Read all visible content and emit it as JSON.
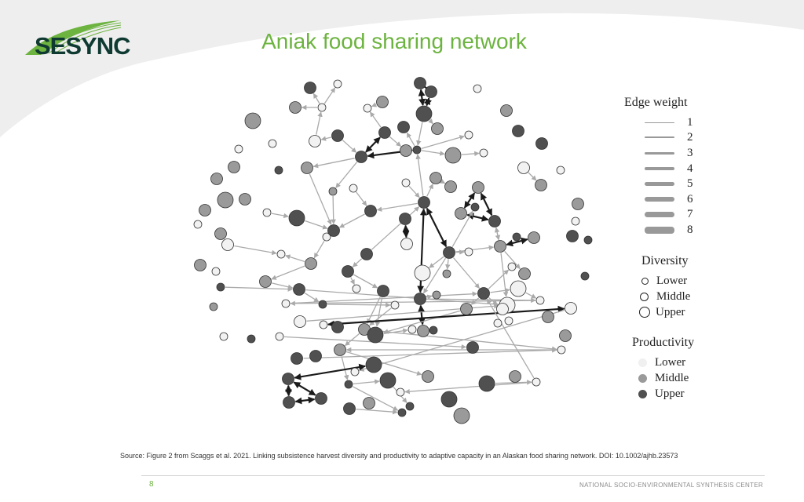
{
  "logo": {
    "text": "SESYNC"
  },
  "title": "Aniak food sharing network",
  "legend": {
    "edge_weight": {
      "title": "Edge weight",
      "items": [
        "1",
        "2",
        "3",
        "4",
        "5",
        "6",
        "7",
        "8"
      ]
    },
    "diversity": {
      "title": "Diversity",
      "items": [
        "Lower",
        "Middle",
        "Upper"
      ]
    },
    "productivity": {
      "title": "Productivity",
      "items": [
        "Lower",
        "Middle",
        "Upper"
      ]
    }
  },
  "colors": {
    "title_green": "#6cb33f",
    "logo_dark": "#0f3a32",
    "node_upper": "#505050",
    "node_middle": "#9a9a9a",
    "node_lower": "#f2f2f2",
    "edge": "#aaaaaa",
    "edge_heavy": "#1a1a1a"
  },
  "source": "Source:   Figure 2 from Scaggs et al. 2021. Linking subsistence harvest diversity and productivity to adaptive capacity in an Alaskan food sharing network. DOI: 10.1002/ajhb.23573",
  "footer": {
    "page_number": "8",
    "org": "NATIONAL SOCIO-ENVIRONMENTAL SYNTHESIS CENTER"
  }
}
